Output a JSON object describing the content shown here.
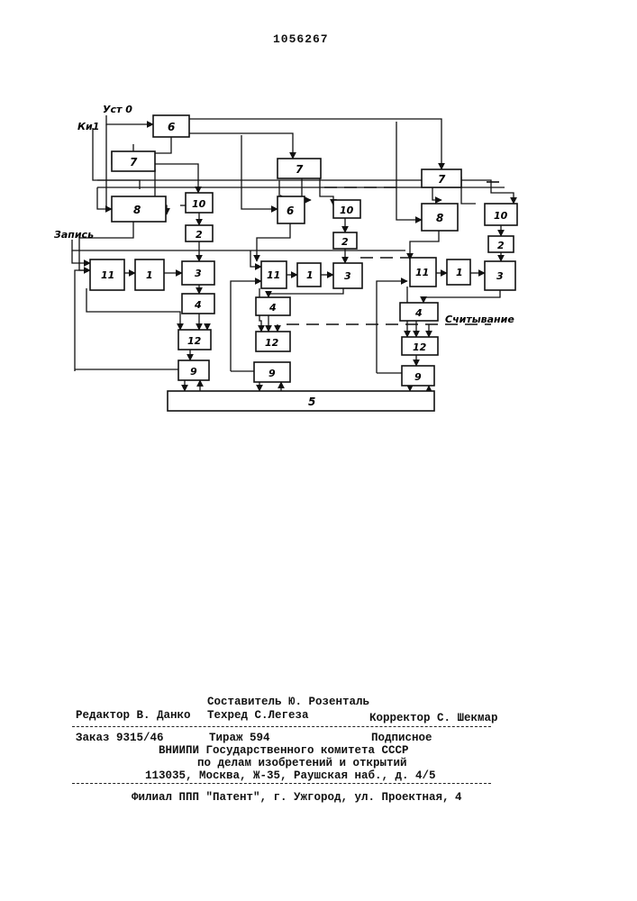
{
  "patent_number": "1056267",
  "diagram": {
    "signals": {
      "ust": "Уст 0",
      "ki": "Ки1",
      "zapis": "Запись",
      "schityvanie": "Считывание"
    },
    "blocks": {
      "b1": "1",
      "b2": "2",
      "b3": "3",
      "b4": "4",
      "b5": "5",
      "b6": "6",
      "b7": "7",
      "b8": "8",
      "b9": "9",
      "b10": "10",
      "b11": "11",
      "b12": "12"
    }
  },
  "colophon": {
    "editor": "Редактор В. Данко",
    "compiler": "Составитель Ю. Розенталь",
    "techred": "Техред С.Легеза",
    "corrector": "Корректор С. Шекмар",
    "order": "Заказ 9315/46",
    "circulation": "Тираж 594",
    "subscription": "Подписное",
    "vniipi": "ВНИИПИ Государственного комитета СССР",
    "affairs": "по делам изобретений и открытий",
    "address": "113035, Москва, Ж-35, Раушская наб., д. 4/5",
    "branch": "Филиал ППП \"Патент\", г. Ужгород, ул. Проектная,",
    "branch_no": "4"
  }
}
